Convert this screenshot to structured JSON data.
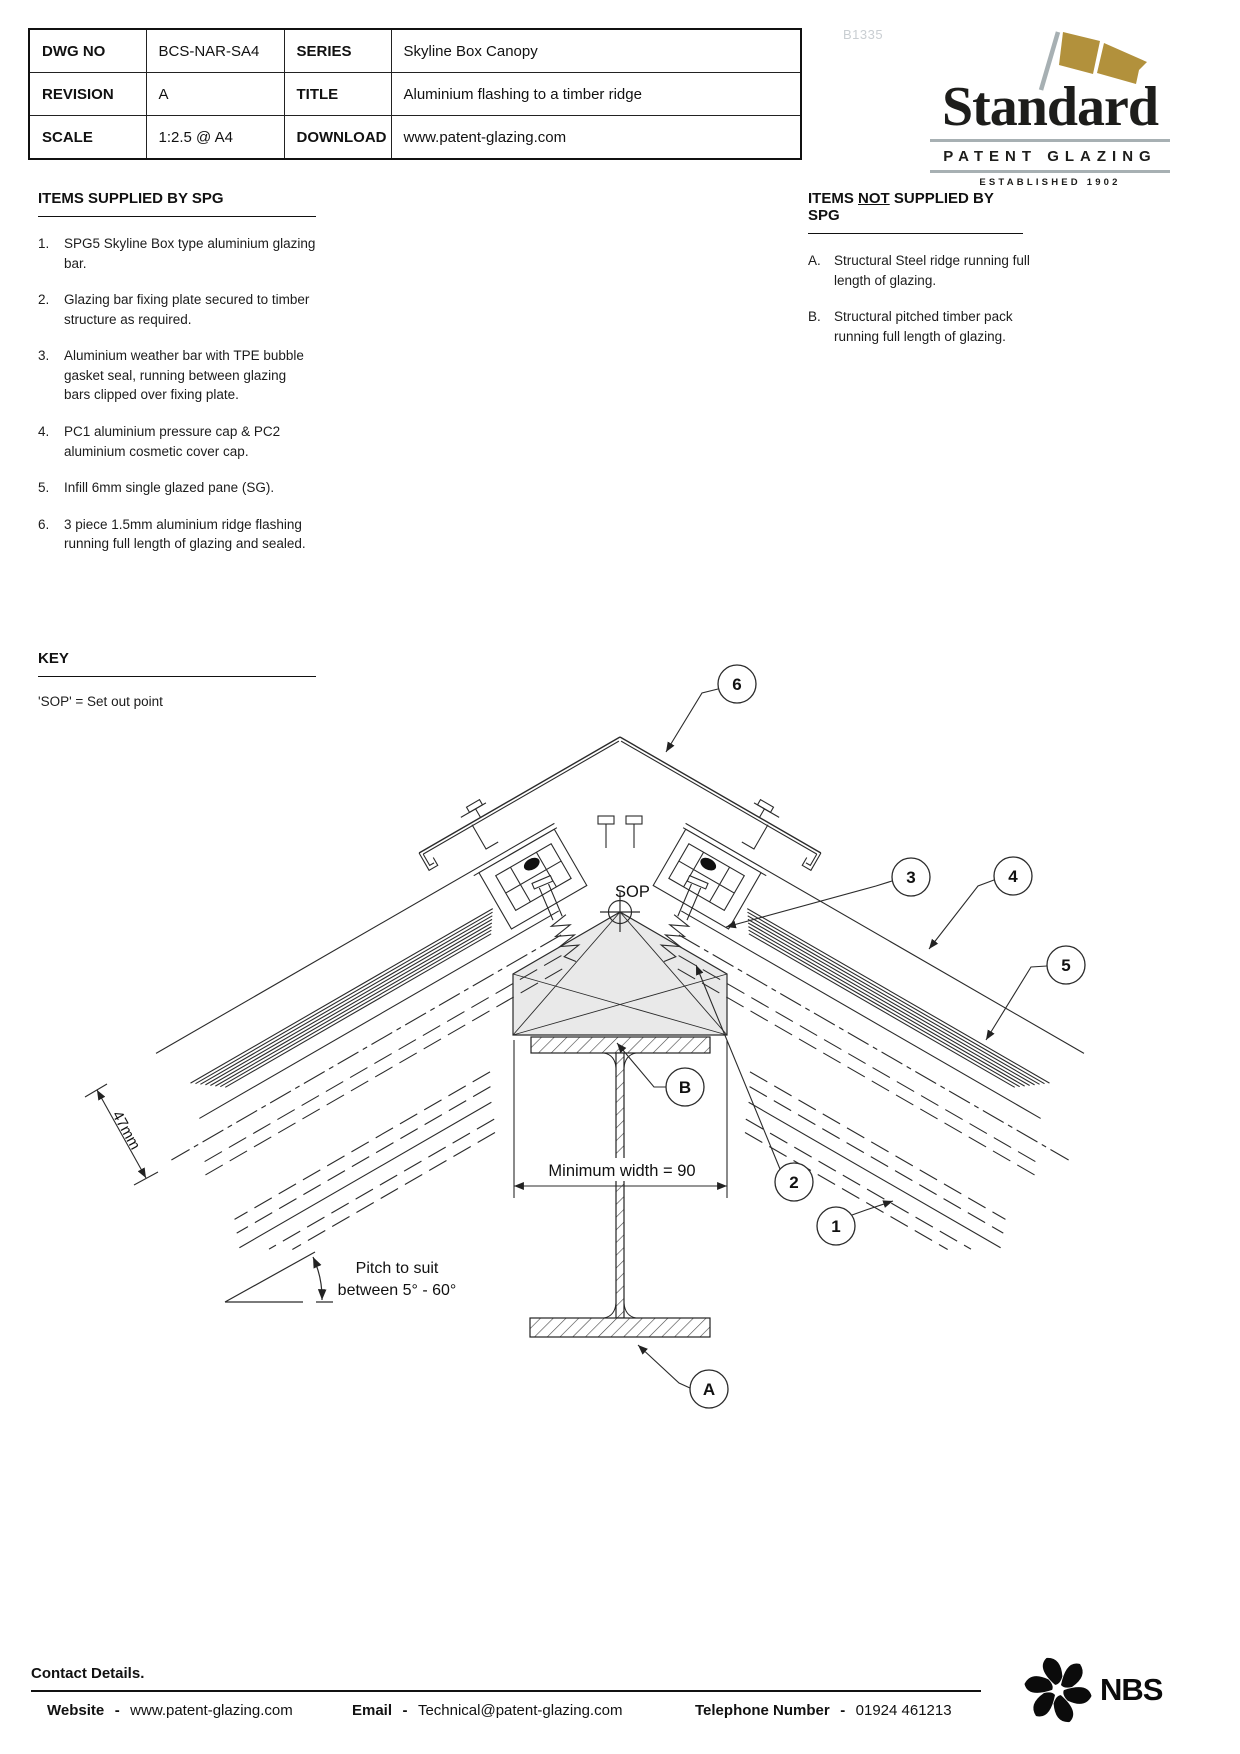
{
  "watermark": "B1335",
  "title_block": {
    "rows": [
      {
        "l1": "DWG NO",
        "v1": "BCS-NAR-SA4",
        "l2": "SERIES",
        "v2": "Skyline Box Canopy"
      },
      {
        "l1": "REVISION",
        "v1": "A",
        "l2": "TITLE",
        "v2": "Aluminium flashing to a timber ridge"
      },
      {
        "l1": "SCALE",
        "v1": "1:2.5 @ A4",
        "l2": "DOWNLOAD",
        "v2": "www.patent-glazing.com"
      }
    ]
  },
  "logo": {
    "name": "Standard",
    "subtitle": "PATENT GLAZING",
    "established": "ESTABLISHED 1902"
  },
  "supplied": {
    "title": "ITEMS SUPPLIED BY SPG",
    "items": [
      {
        "n": "1.",
        "text": "SPG5 Skyline Box type aluminium glazing bar."
      },
      {
        "n": "2.",
        "text": "Glazing bar fixing plate secured to timber structure as required."
      },
      {
        "n": "3.",
        "text": "Aluminium weather bar with TPE bubble gasket seal, running between glazing bars clipped over fixing plate."
      },
      {
        "n": "4.",
        "text": "PC1 aluminium pressure cap & PC2 aluminium cosmetic cover cap."
      },
      {
        "n": "5.",
        "text": "Infill 6mm single glazed pane (SG)."
      },
      {
        "n": "6.",
        "text": "3 piece 1.5mm aluminium ridge flashing running full length of glazing and sealed."
      }
    ]
  },
  "not_supplied": {
    "t1": "ITEMS ",
    "t2": "NOT",
    "t3": " SUPPLIED BY SPG",
    "items": [
      {
        "n": "A.",
        "text": "Structural Steel ridge running full length of glazing."
      },
      {
        "n": "B.",
        "text": "Structural pitched timber pack running full length of glazing."
      }
    ]
  },
  "key": {
    "title": "KEY",
    "note": "'SOP' = Set out point"
  },
  "drawing": {
    "sop": "SOP",
    "dim_width": "Minimum width = 90",
    "dim_thickness": "47mm",
    "pitch1": "Pitch to suit",
    "pitch2": "between 5° - 60°",
    "callouts": {
      "c1": "1",
      "c2": "2",
      "c3": "3",
      "c4": "4",
      "c5": "5",
      "c6": "6",
      "cA": "A",
      "cB": "B"
    }
  },
  "footer": {
    "contact": "Contact Details.",
    "website_label": "Website",
    "sep": "-",
    "website": "www.patent-glazing.com",
    "email_label": "Email",
    "email": "Technical@patent-glazing.com",
    "phone_label": "Telephone Number",
    "phone": "01924 461213",
    "nbs": "NBS"
  }
}
